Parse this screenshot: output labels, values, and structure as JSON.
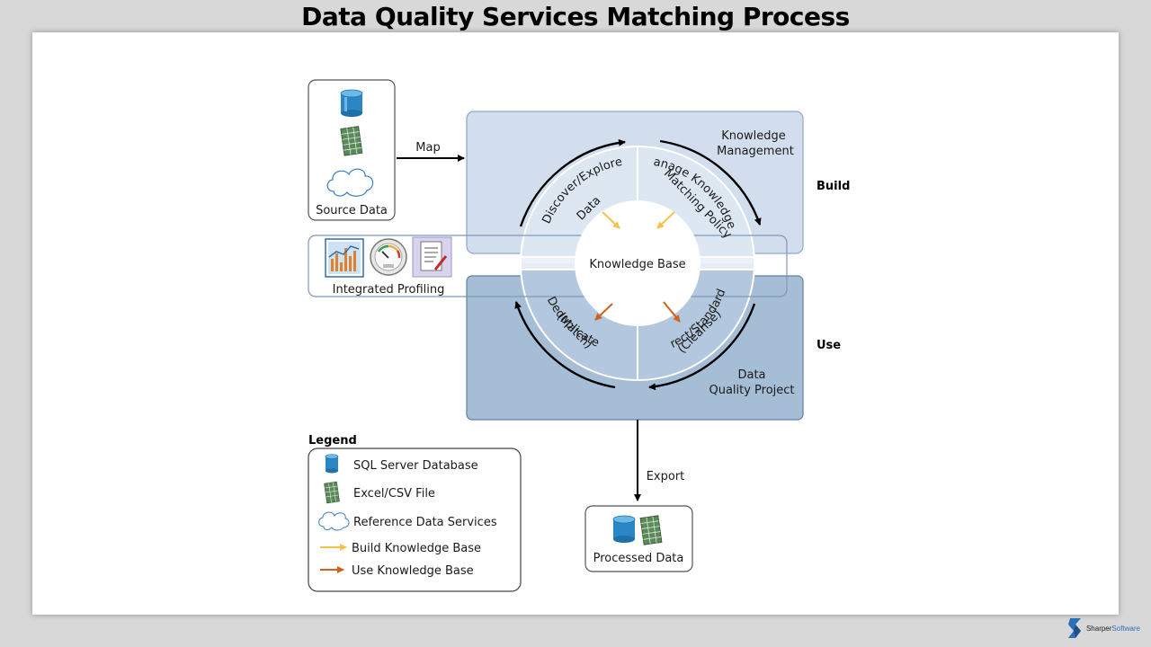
{
  "title": "Data Quality Services Matching Process",
  "source": {
    "label": "Source Data"
  },
  "map_label": "Map",
  "knowledge_management": {
    "line1": "Knowledge",
    "line2": "Management"
  },
  "data_quality_project": {
    "line1": "Data",
    "line2": "Quality Project"
  },
  "side_labels": {
    "build": "Build",
    "use": "Use"
  },
  "segments": {
    "discover": {
      "line1": "Discover/Explore",
      "line2": "Data"
    },
    "manage": {
      "line1": "Manage Knowledge/",
      "line2": "Matching Policy"
    },
    "dedup": {
      "line1": "Deduplicate",
      "line2": "(Match)"
    },
    "correct": {
      "line1": "Correct/Standardize",
      "line2": "(Cleanse)"
    }
  },
  "knowledge_base": "Knowledge Base",
  "profiling": {
    "label": "Integrated Profiling"
  },
  "export_label": "Export",
  "processed": {
    "label": "Processed Data"
  },
  "legend": {
    "title": "Legend",
    "items": [
      {
        "icon": "database-icon",
        "label": "SQL Server Database"
      },
      {
        "icon": "spreadsheet-icon",
        "label": "Excel/CSV File"
      },
      {
        "icon": "cloud-icon",
        "label": "Reference Data Services"
      },
      {
        "icon": "yellow-arrow-icon",
        "label": "Build Knowledge Base"
      },
      {
        "icon": "orange-arrow-icon",
        "label": "Use Knowledge Base"
      }
    ]
  },
  "colors": {
    "build_fill": "#d2deed",
    "use_fill": "#a6bdd6",
    "ring_light": "#dde7f2",
    "ring_dark": "#b3c7de",
    "yellow_arrow": "#f5c34a",
    "orange_arrow": "#d0621a"
  },
  "brand": {
    "part1": "Sharper",
    "part2": "Software"
  }
}
